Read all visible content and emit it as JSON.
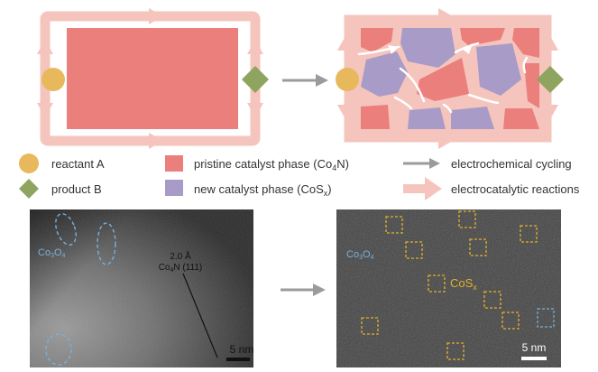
{
  "colors": {
    "flow": "#f5c4bd",
    "pristine": "#ea7f7c",
    "new_phase": "#a89bc7",
    "reactant": "#e8b95c",
    "product": "#8ea45f",
    "cycle_arrow": "#9b9b9b",
    "domain_outline": "#7bb0d8",
    "cos_box": "#e0b12e"
  },
  "legend": {
    "reactant": "reactant A",
    "product": "product B",
    "pristine": "pristine catalyst phase (Co",
    "pristine_sub": "4",
    "pristine_end": "N)",
    "new_phase": "new catalyst phase (CoS",
    "new_phase_sub": "x",
    "new_phase_end": ")",
    "cycling": "electrochemical cycling",
    "reactions": "electrocatalytic reactions"
  },
  "micrograph_left": {
    "domain": "Co",
    "domain_sub1": "3",
    "domain_mid": "O",
    "domain_sub2": "4",
    "spacing": "2.0 Å",
    "plane": "Co",
    "plane_sub": "4",
    "plane_end": "N (111)",
    "scale": "5 nm"
  },
  "micrograph_right": {
    "domain": "Co",
    "domain_sub1": "3",
    "domain_mid": "O",
    "domain_sub2": "4",
    "phase": "CoS",
    "phase_sub": "x",
    "scale": "5 nm"
  }
}
